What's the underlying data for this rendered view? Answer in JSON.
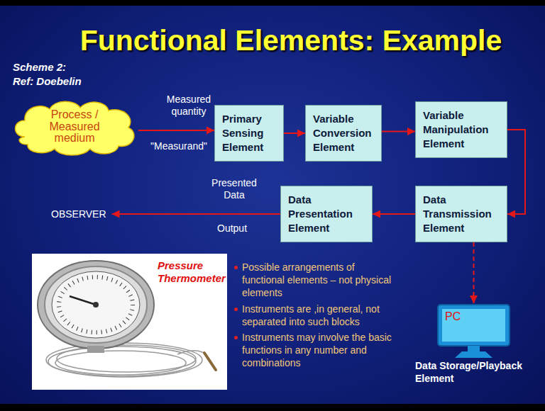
{
  "diagram": {
    "title": "Functional Elements: Example",
    "nodes": [
      {
        "text": [
          "Process / Measured medium"
        ]
      },
      {
        "text": [
          "Primary Sensing Element"
        ]
      },
      {
        "text": [
          "Variable Conversion Element"
        ]
      },
      {
        "text": [
          "Variable Manipulation Element"
        ]
      },
      {
        "text": [
          "Data Transmission Element"
        ]
      },
      {
        "text": [
          "Data Presentation Element"
        ]
      },
      {
        "text": [
          "PC",
          "Data Storage/Playback Element"
        ]
      }
    ],
    "edges": [
      {
        "from": 0,
        "to": 1,
        "arrow": "to"
      },
      {
        "from": 1,
        "to": 2,
        "arrow": "to"
      },
      {
        "from": 2,
        "to": 3,
        "arrow": "to"
      },
      {
        "from": 3,
        "to": 4,
        "arrow": "to"
      },
      {
        "from": 4,
        "to": 5,
        "arrow": "to"
      },
      {
        "from": 4,
        "to": 6,
        "arrow": "to"
      }
    ],
    "labels": [
      "Scheme 2:",
      "Ref: Doebelin",
      "Measured quantity",
      "\"Measurand\"",
      "Presented Data",
      "Output",
      "OBSERVER",
      "Pressure Thermometer",
      "Possible arrangements of functional elements – not physical elements",
      "Instruments are ,in general, not separated into such blocks",
      "Instruments may involve the basic functions in any number and combinations"
    ]
  }
}
